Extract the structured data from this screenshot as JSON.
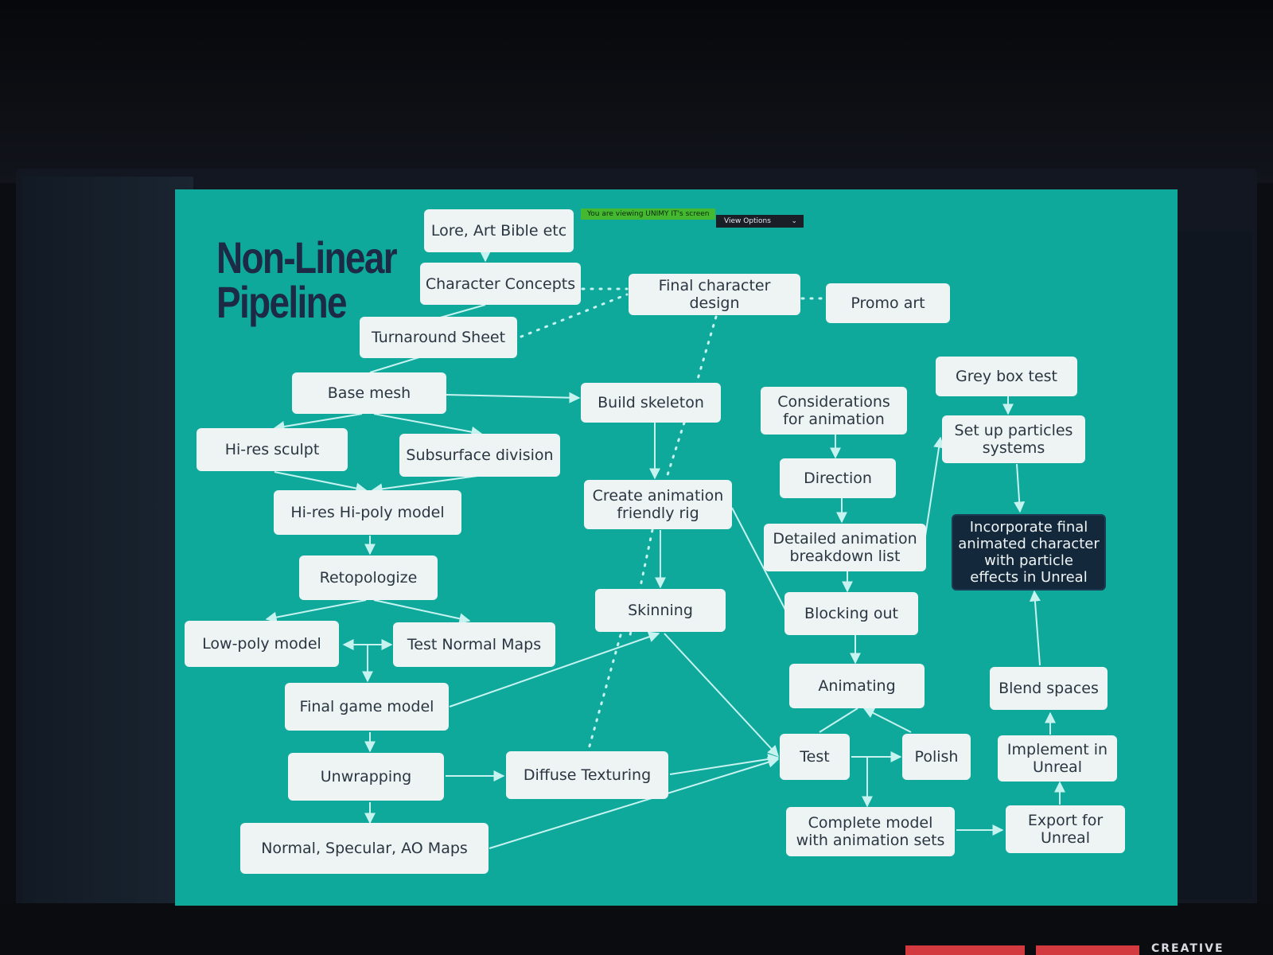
{
  "slide": {
    "title_line1": "Non-Linear",
    "title_line2": "Pipeline",
    "share_banner": "You are viewing UNIMY IT's screen",
    "view_options": "View Options",
    "colors": {
      "background": "#0fa99c",
      "node": "#eef3f3",
      "node_text": "#2a3642",
      "dark_node": "#13283a",
      "title": "#1c2a45",
      "edge": "#c6f3f0"
    }
  },
  "corner_label": "CREATIVE",
  "nodes": {
    "lore": "Lore, Art Bible etc",
    "concepts": "Character Concepts",
    "turnaround": "Turnaround Sheet",
    "final_design": "Final character design",
    "promo": "Promo art",
    "base_mesh": "Base mesh",
    "hires_sculpt": "Hi-res sculpt",
    "subsurface": "Subsurface division",
    "hipoly": "Hi-res Hi-poly model",
    "retopo": "Retopologize",
    "lowpoly": "Low-poly model",
    "test_normals": "Test Normal Maps",
    "final_game": "Final game model",
    "unwrapping": "Unwrapping",
    "maps": "Normal, Specular, AO Maps",
    "diffuse": "Diffuse Texturing",
    "skeleton": "Build skeleton",
    "rig": "Create animation friendly rig",
    "skinning": "Skinning",
    "considerations": "Considerations for animation",
    "direction": "Direction",
    "breakdown": "Detailed animation breakdown list",
    "blocking": "Blocking out",
    "animating": "Animating",
    "test": "Test",
    "polish": "Polish",
    "complete": "Complete model with animation sets",
    "greybox": "Grey box test",
    "particles": "Set up particles systems",
    "incorporate": "Incorporate final animated character with particle effects in Unreal",
    "blend": "Blend spaces",
    "implement": "Implement in Unreal",
    "export": "Export for Unreal"
  }
}
